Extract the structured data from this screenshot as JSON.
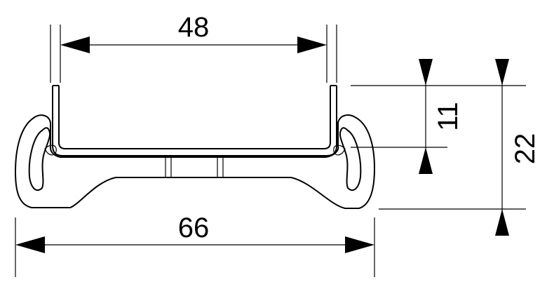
{
  "dimensions": {
    "inner_width": "48",
    "outer_width": "66",
    "inner_height": "11",
    "total_height": "22"
  },
  "colors": {
    "line": "#000000",
    "background": "#ffffff"
  }
}
